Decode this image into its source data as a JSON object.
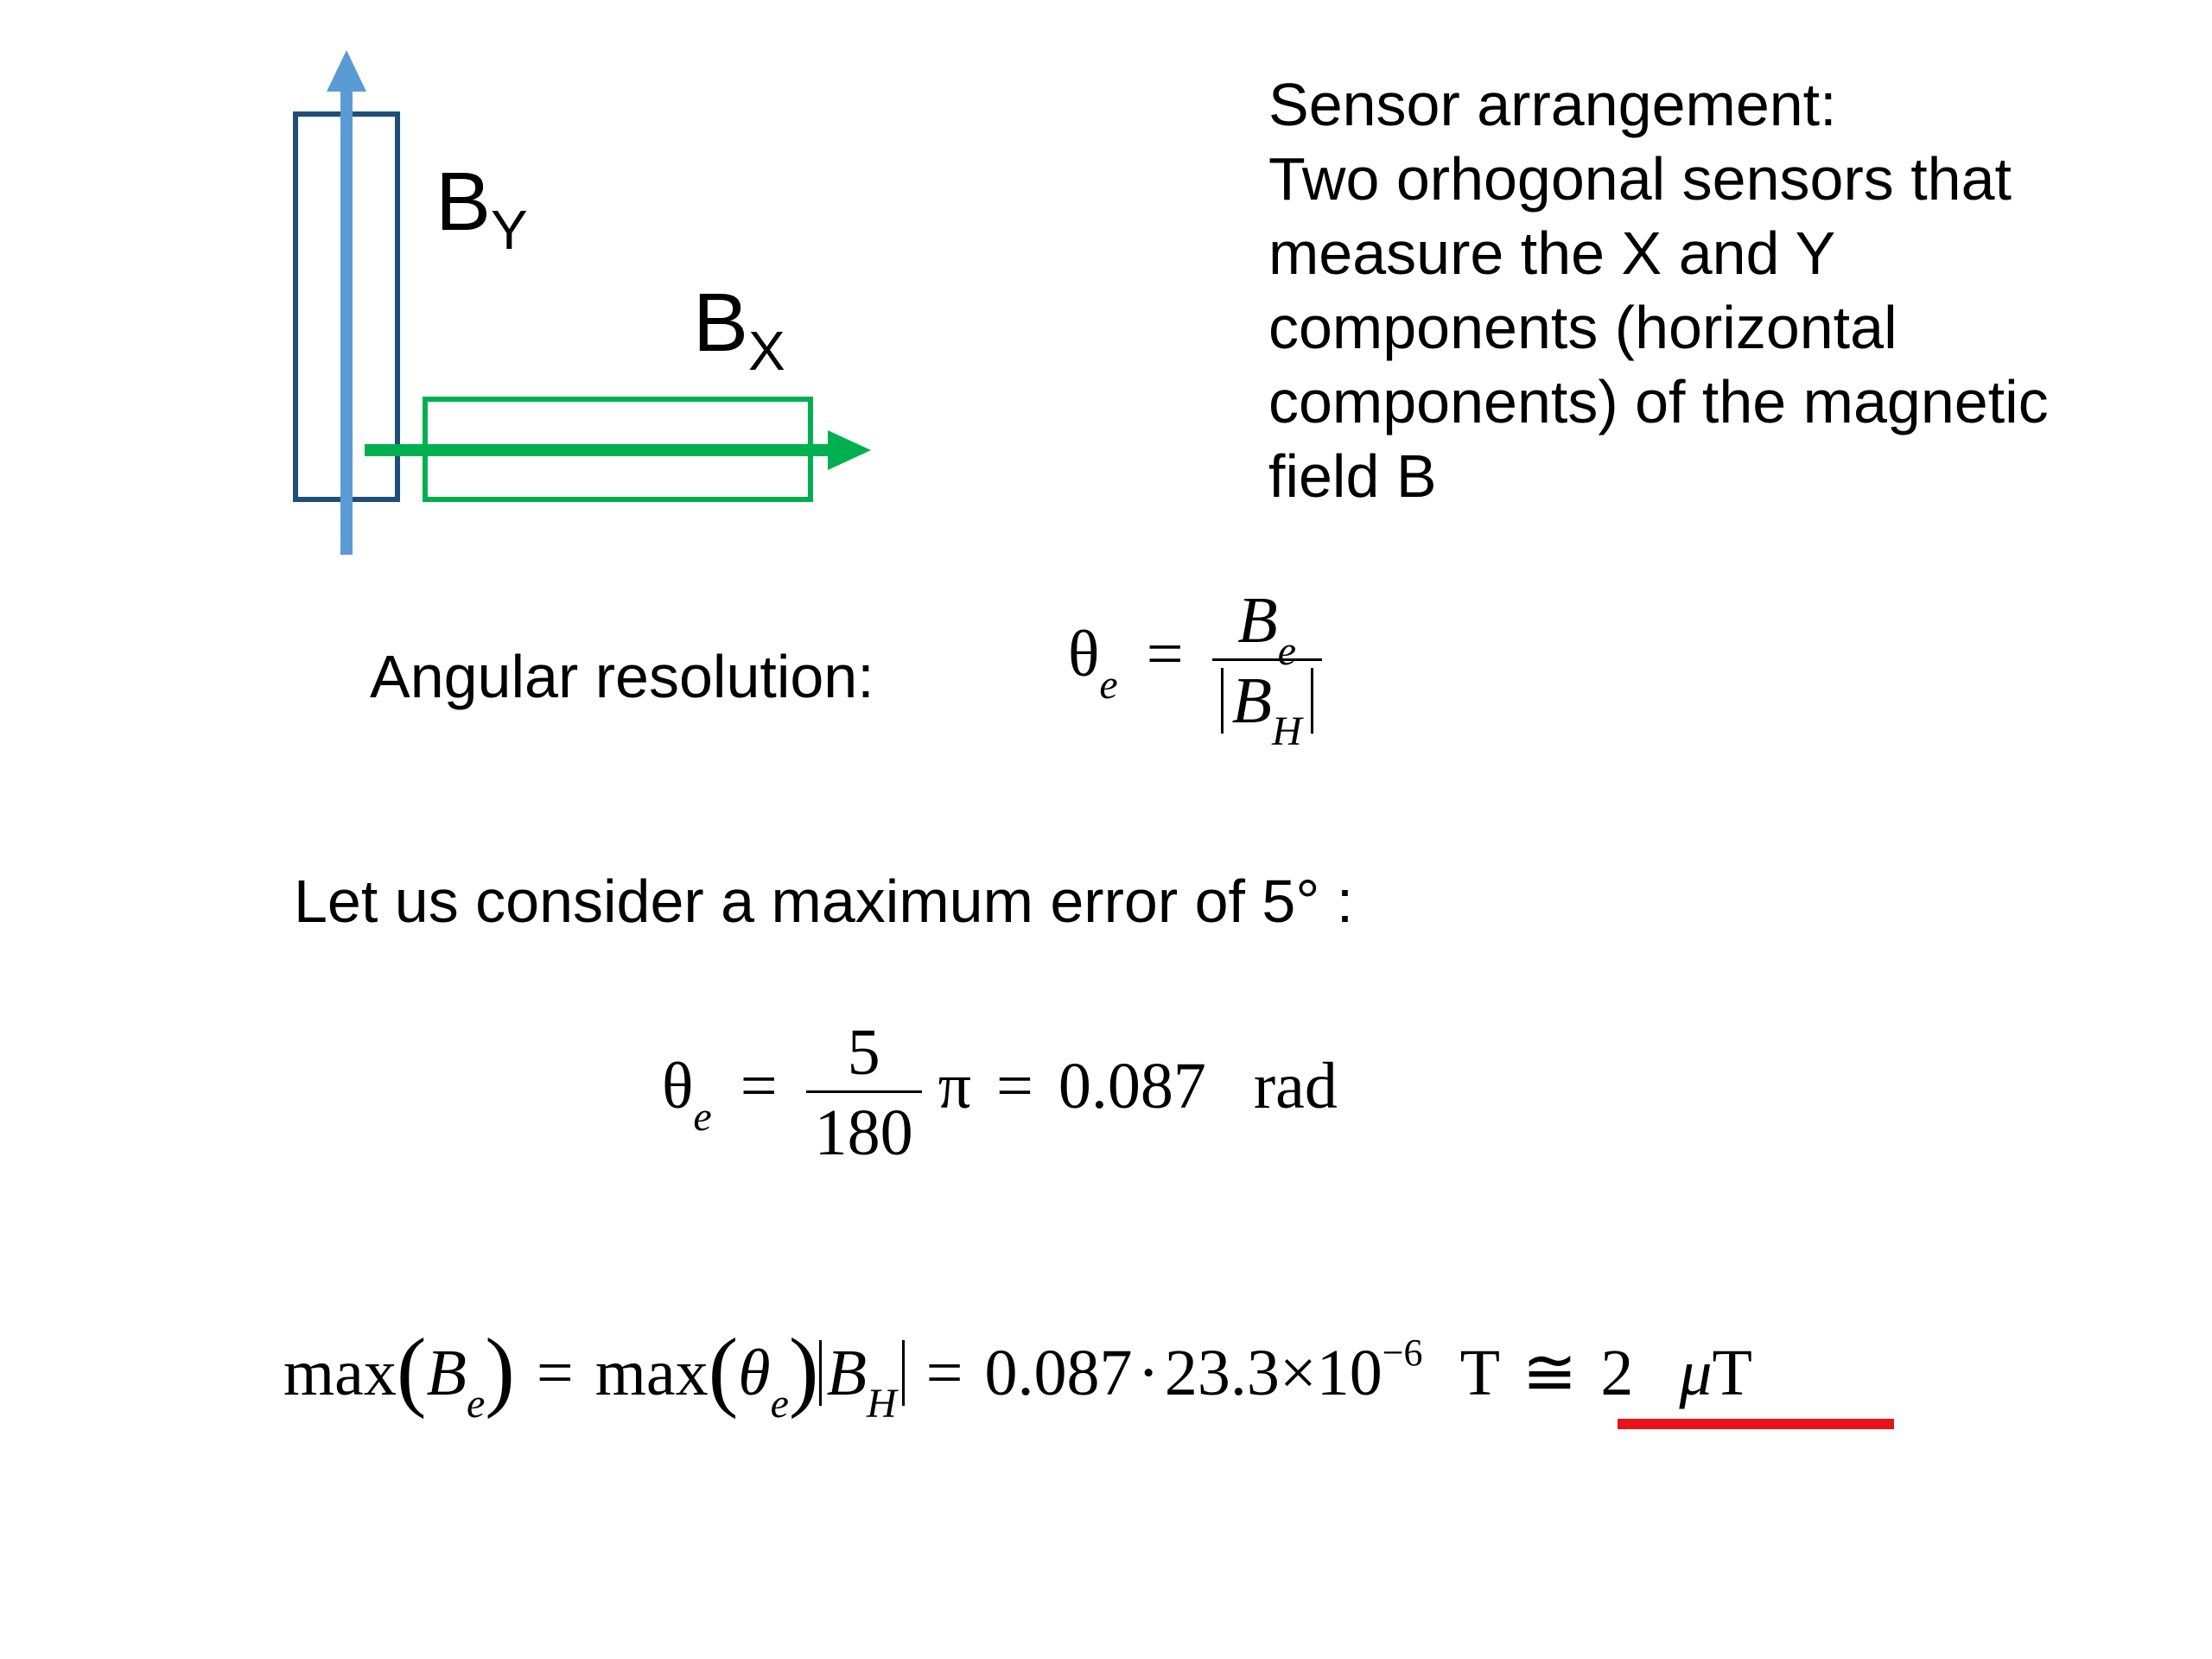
{
  "diagram": {
    "by_label": {
      "base": "B",
      "sub": "Y"
    },
    "bx_label": {
      "base": "B",
      "sub": "X"
    },
    "colors": {
      "y_arrow": "#5b9bd5",
      "y_sensor": "#1f4e79",
      "x_arrow": "#00b050",
      "x_sensor": "#00b050"
    }
  },
  "description": {
    "lines": [
      "Sensor arrangement:",
      "Two orhogonal sensors that",
      "measure the X and Y",
      "components (horizontal",
      "components) of the magnetic",
      "field B"
    ]
  },
  "angular": {
    "label": "Angular resolution:",
    "theta": "θ",
    "theta_sub": "e",
    "eq": "=",
    "num_base": "B",
    "num_sub": "e",
    "den_base": "B",
    "den_sub": "H"
  },
  "max_error": {
    "text": "Let us consider a maximum error of 5° :"
  },
  "theta_calc": {
    "theta": "θ",
    "theta_sub": "e",
    "eq1": "=",
    "num": "5",
    "den": "180",
    "pi": "π",
    "eq2": "=",
    "value": "0.087",
    "unit": "rad"
  },
  "be_calc": {
    "max1": "max",
    "lparen1": "(",
    "be_base": "B",
    "be_sub": "e",
    "rparen1": ")",
    "eq1": "=",
    "max2": "max",
    "lparen2": "(",
    "theta": "θ",
    "theta_sub": "e",
    "rparen2": ")",
    "bh_base": "B",
    "bh_sub": "H",
    "eq2": "=",
    "factor1": "0.087",
    "dot": "·",
    "mantissa": "23.3",
    "times": "×",
    "ten": "10",
    "exponent": "−6",
    "unit1": "T",
    "approx": "≅",
    "result": "2",
    "mu": "μ",
    "unit2": "T",
    "underline_color": "#e8121b"
  }
}
